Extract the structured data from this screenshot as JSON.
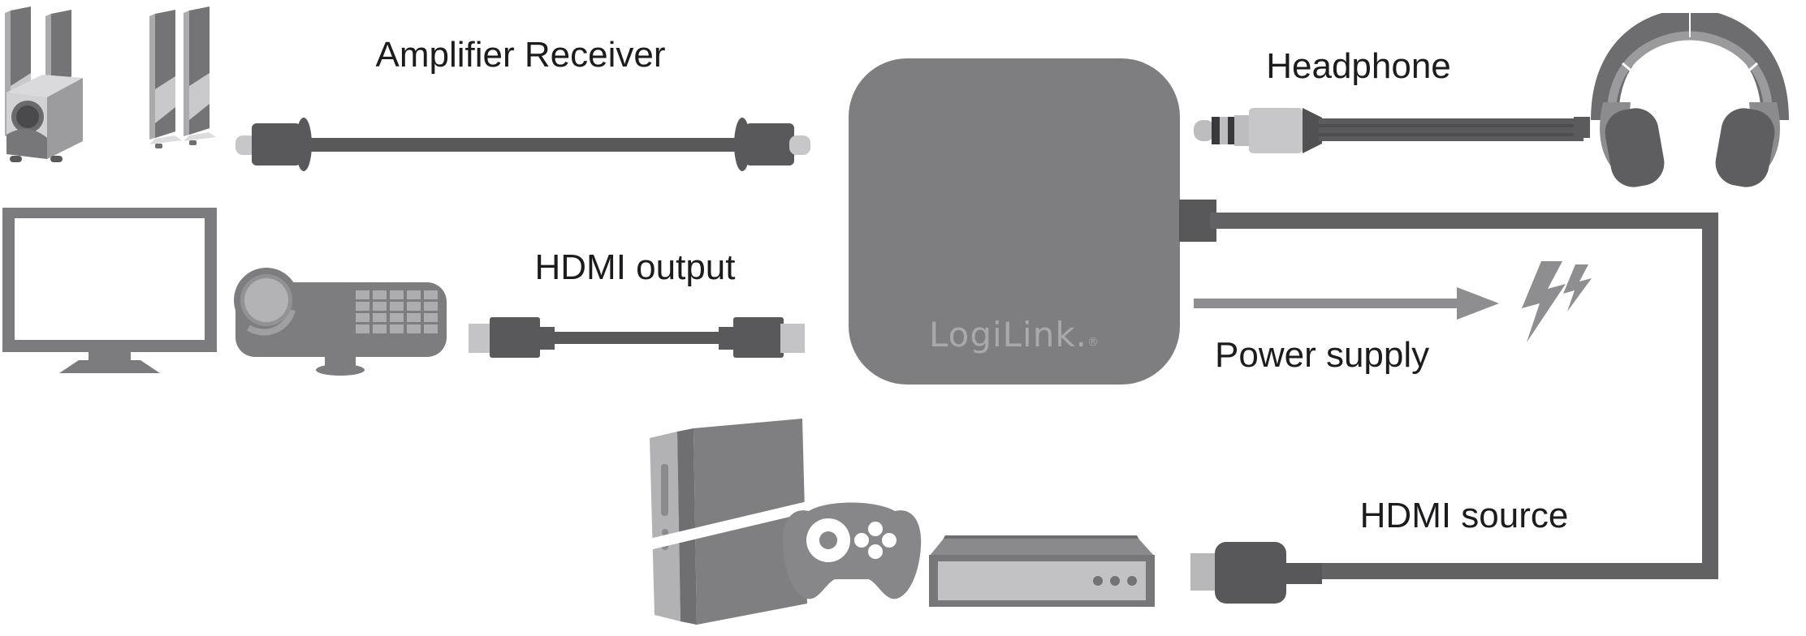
{
  "diagram": {
    "brand": {
      "display": "LogiLink.",
      "mark": "®"
    },
    "labels": {
      "amplifier_receiver": "Amplifier Receiver",
      "hdmi_output": "HDMI output",
      "headphone": "Headphone",
      "power_supply": "Power supply",
      "hdmi_source": "HDMI source"
    },
    "icons": [
      "surround-speaker-system-icon",
      "optical-toslink-cable-icon",
      "tv-monitor-icon",
      "projector-icon",
      "hdmi-cable-icon",
      "converter-box-device",
      "aux-jack-cable-icon",
      "headphones-icon",
      "power-arrow-icon",
      "lightning-bolt-icon",
      "game-console-icon",
      "game-controller-icon",
      "set-top-box-icon",
      "hdmi-plug-icon",
      "hdmi-routing-cable"
    ],
    "colors": {
      "background": "#ffffff",
      "label_text": "#1c1c1e",
      "device_gray": "#7e7e81",
      "connector_dark": "#58585a",
      "connector_light": "#c7c7c9",
      "cable_gray": "#626264",
      "arrow_gray": "#8e8e90",
      "logo_gray": "#a9a9ab"
    }
  }
}
